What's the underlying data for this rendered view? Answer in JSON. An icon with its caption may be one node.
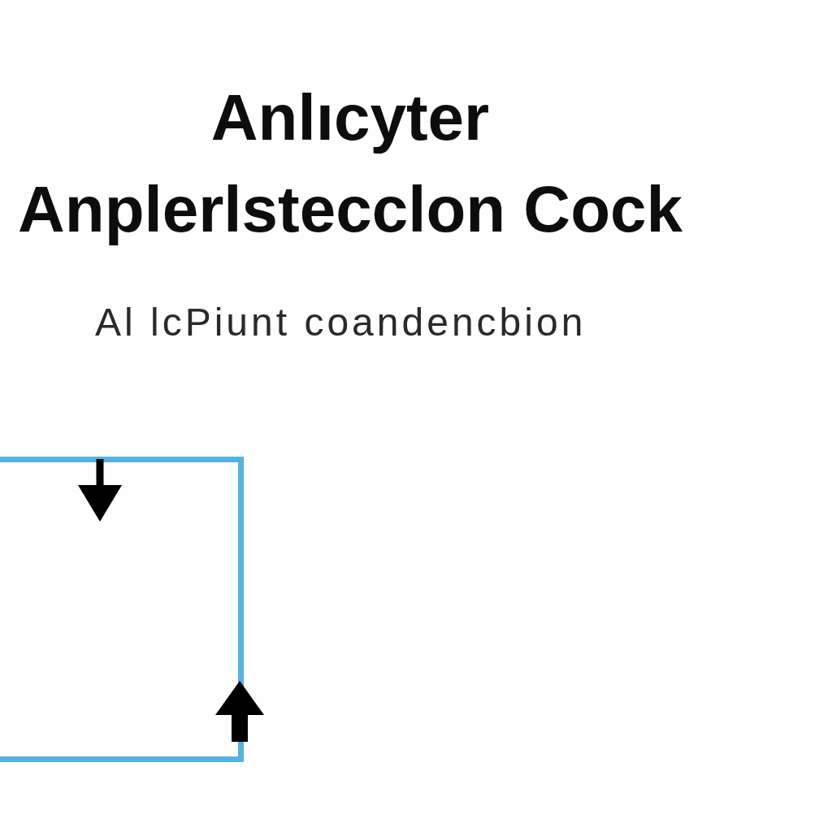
{
  "diagram": {
    "title": "Anlıcyter Anplerlstecclon Cock",
    "nodes": [
      {
        "text": [],
        "shape": "box"
      }
    ],
    "labels": [
      "Al lcPiunt coandencbion"
    ]
  }
}
